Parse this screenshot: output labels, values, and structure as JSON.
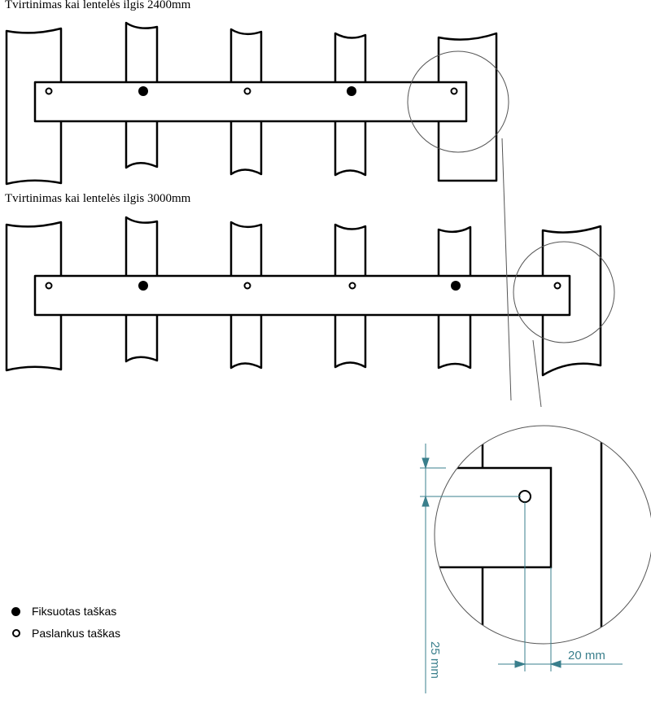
{
  "titles": {
    "mount_2400": "Tvirtinimas kai lentelės ilgis 2400mm",
    "mount_3000": "Tvirtinimas kai lentelės ilgis 3000mm"
  },
  "legend": {
    "fixed_point": "Fiksuotas taškas",
    "sliding_point": "Paslankus taškas"
  },
  "dimensions": {
    "horizontal": "20 mm",
    "vertical": "25 mm"
  },
  "colors": {
    "line": "#000000",
    "dimension": "#3a7f8c"
  }
}
